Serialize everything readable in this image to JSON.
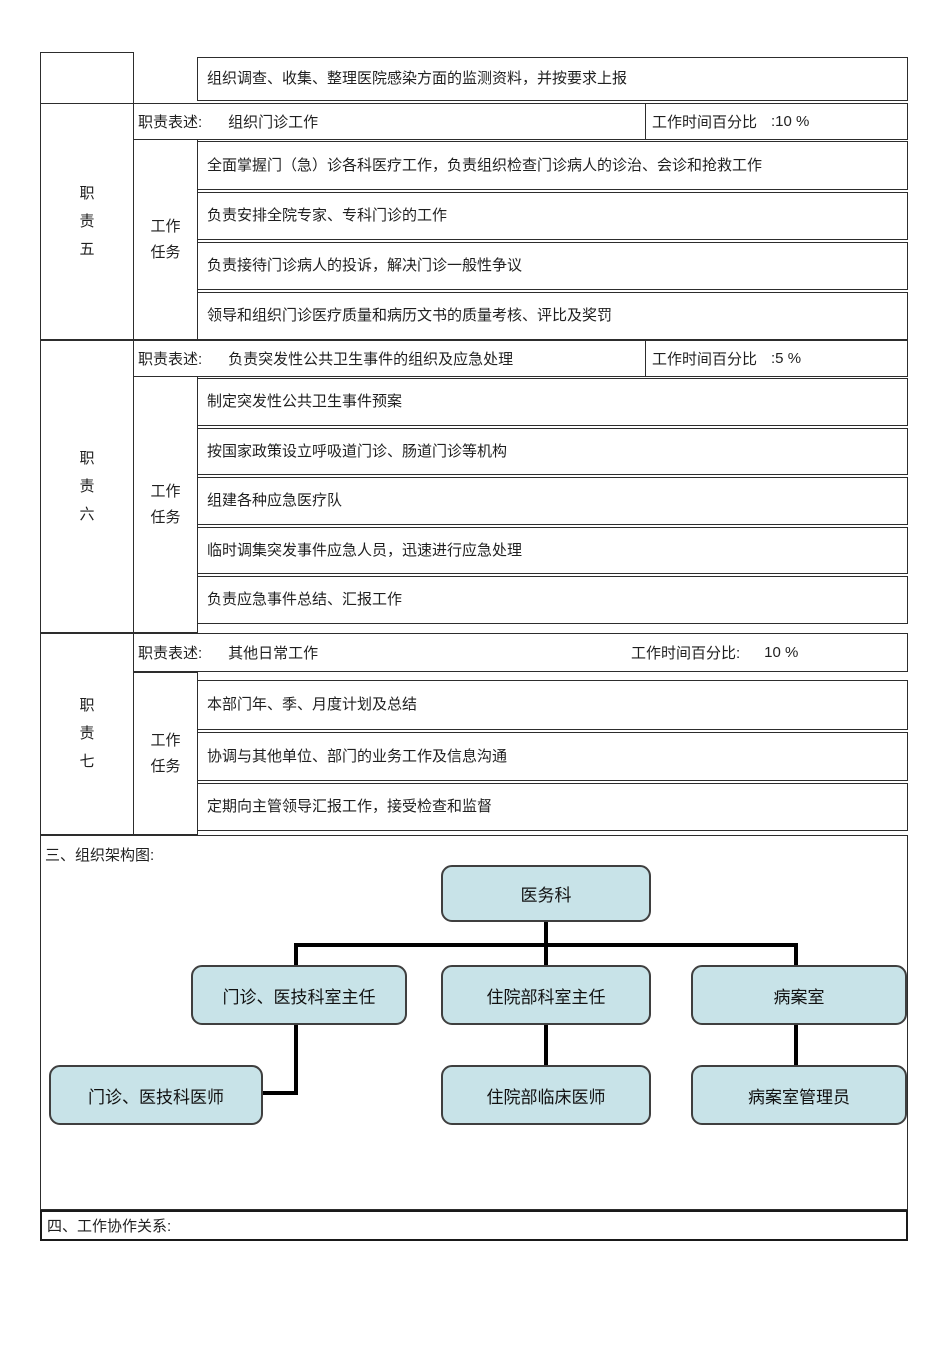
{
  "table": {
    "top_row": {
      "task": "组织调查、收集、整理医院感染方面的监测资料，并按要求上报"
    },
    "desc_label": "职责表述:",
    "time_label": "工作时间百分比",
    "task_col_label_1": "工作",
    "task_col_label_2": "任务",
    "sections": [
      {
        "label": "职责五",
        "chars": [
          "职",
          "责",
          "五"
        ],
        "desc": "组织门诊工作",
        "time": ":10 %",
        "tasks": [
          "全面掌握门（急）诊各科医疗工作，负责组织检查门诊病人的诊治、会诊和抢救工作",
          "负责安排全院专家、专科门诊的工作",
          "负责接待门诊病人的投诉，解决门诊一般性争议",
          "领导和组织门诊医疗质量和病历文书的质量考核、评比及奖罚"
        ]
      },
      {
        "label": "职责六",
        "chars": [
          "职",
          "责",
          "六"
        ],
        "desc": "负责突发性公共卫生事件的组织及应急处理",
        "time": ":5 %",
        "tasks": [
          "制定突发性公共卫生事件预案",
          "按国家政策设立呼吸道门诊、肠道门诊等机构",
          "组建各种应急医疗队",
          "临时调集突发事件应急人员，迅速进行应急处理",
          "负责应急事件总结、汇报工作"
        ]
      },
      {
        "label": "职责七",
        "chars": [
          "职",
          "责",
          "七"
        ],
        "desc": "其他日常工作",
        "time_label_inline": "工作时间百分比:",
        "time": "10 %",
        "tasks": [
          "本部门年、季、月度计划及总结",
          "协调与其他单位、部门的业务工作及信息沟通",
          "定期向主管领导汇报工作，接受检查和监督"
        ]
      }
    ]
  },
  "org_section": {
    "heading": "三、组织架构图:",
    "box_fill": "#c8e3e8",
    "box_border": "#3f3f3f",
    "nodes": {
      "root": "医务科",
      "level2": [
        "门诊、医技科室主任",
        "住院部科室主任",
        "病案室"
      ],
      "level3": [
        "门诊、医技科医师",
        "住院部临床医师",
        "病案室管理员"
      ]
    }
  },
  "footer": {
    "heading": "四、工作协作关系:"
  }
}
